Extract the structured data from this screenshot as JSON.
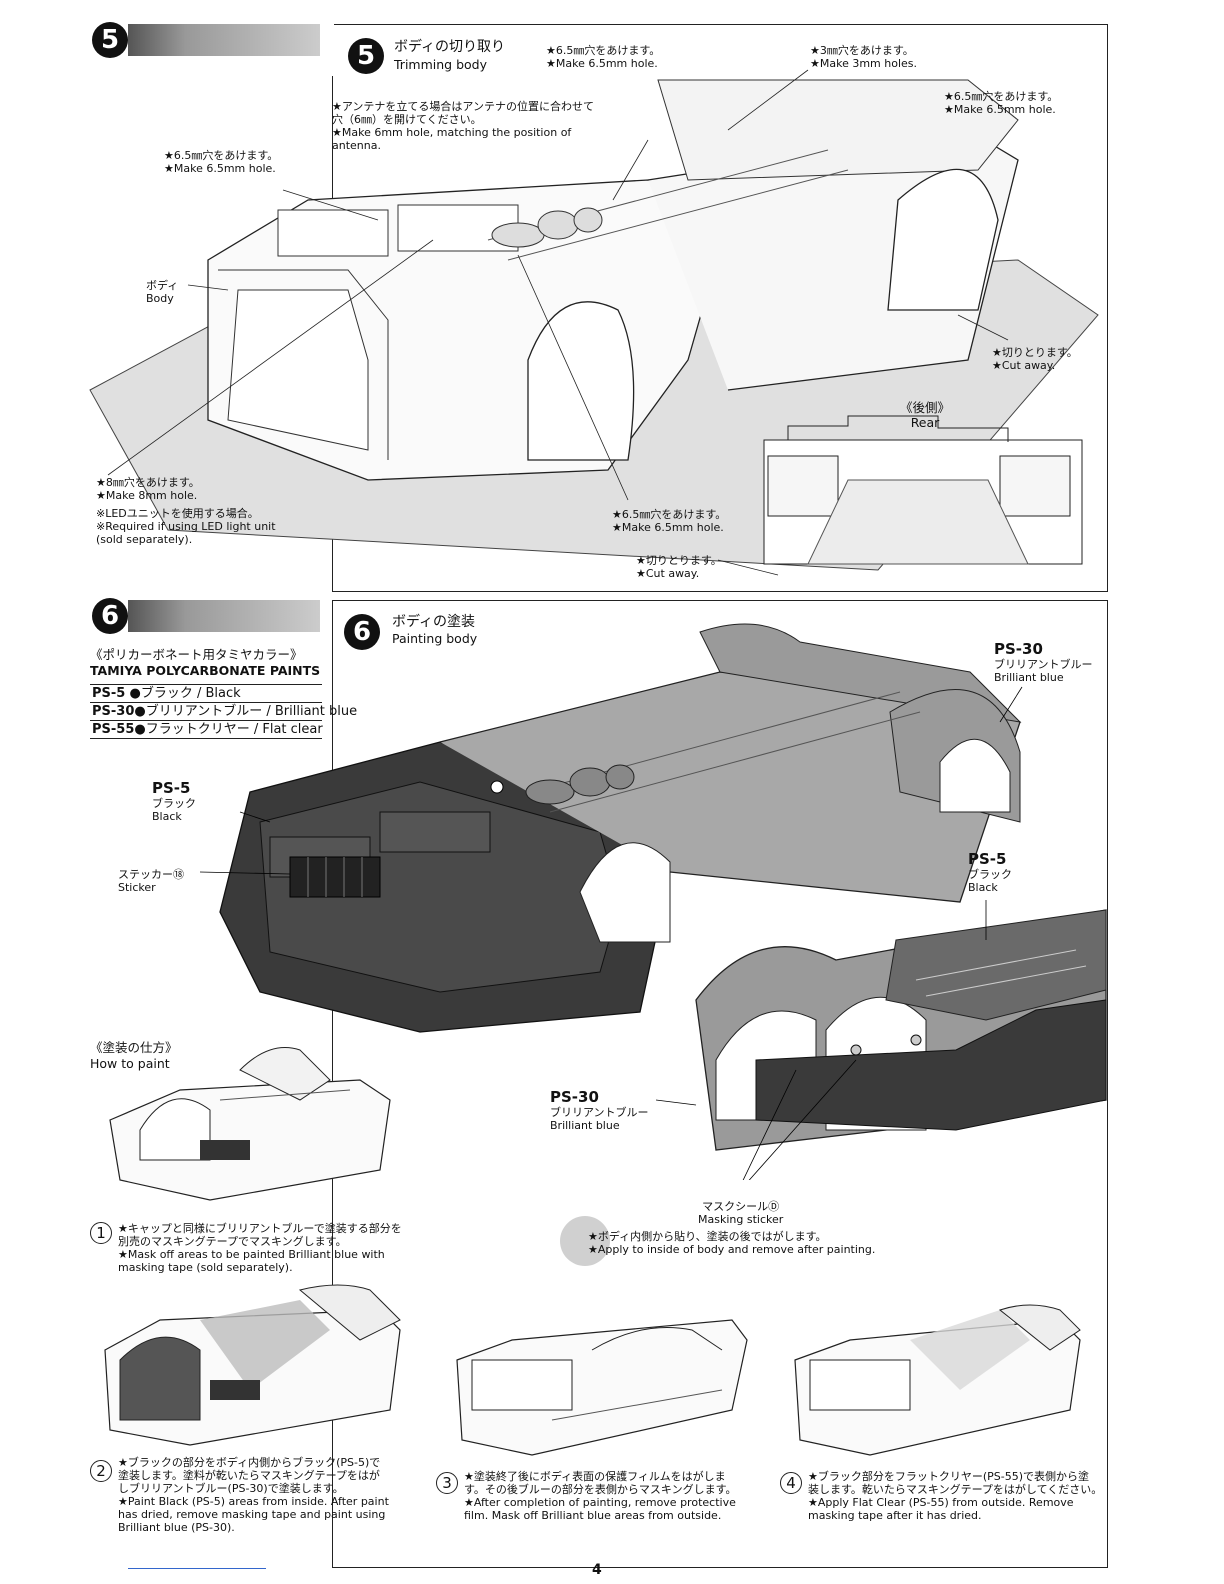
{
  "step5": {
    "number": "5",
    "title_jp": "ボディの切り取り",
    "title_en": "Trimming body",
    "notes": {
      "hole65_top_jp": "★6.5㎜穴をあけます。",
      "hole65_top_en": "★Make 6.5mm hole.",
      "hole3_jp": "★3㎜穴をあけます。",
      "hole3_en": "★Make 3mm holes.",
      "hole65_right_jp": "★6.5㎜穴をあけます。",
      "hole65_right_en": "★Make 6.5mm hole.",
      "antenna_jp_1": "★アンテナを立てる場合はアンテナの位置に合わせて",
      "antenna_jp_2": "穴（6㎜）を開けてください。",
      "antenna_en_1": "★Make 6mm hole, matching the position of",
      "antenna_en_2": "antenna.",
      "hole65_left_jp": "★6.5㎜穴をあけます。",
      "hole65_left_en": "★Make 6.5mm hole.",
      "body_jp": "ボディ",
      "body_en": "Body",
      "cut_right_jp": "★切りとります。",
      "cut_right_en": "★Cut away.",
      "rear_jp": "《後側》",
      "rear_en": "Rear",
      "hole8_jp": "★8㎜穴をあけます。",
      "hole8_en": "★Make 8mm hole.",
      "led_jp": "※LEDユニットを使用する場合。",
      "led_en_1": "※Required if using LED light unit",
      "led_en_2": "(sold separately).",
      "hole65_bottom_jp": "★6.5㎜穴をあけます。",
      "hole65_bottom_en": "★Make 6.5mm hole.",
      "cut_bottom_jp": "★切りとります。",
      "cut_bottom_en": "★Cut away."
    }
  },
  "step6": {
    "number": "6",
    "title_jp": "ボディの塗装",
    "title_en": "Painting body",
    "paints_header_jp": "《ポリカーボネート用タミヤカラー》",
    "paints_header_en": "TAMIYA POLYCARBONATE PAINTS",
    "paints": [
      {
        "code": "PS-5",
        "label": "●ブラック / Black"
      },
      {
        "code": "PS-30",
        "label": "●ブリリアントブルー / Brilliant blue"
      },
      {
        "code": "PS-55",
        "label": "●フラットクリヤー / Flat clear"
      }
    ],
    "callouts": {
      "ps30_top_code": "PS-30",
      "ps30_top_jp": "ブリリアントブルー",
      "ps30_top_en": "Brilliant blue",
      "ps5_left_code": "PS-5",
      "ps5_left_jp": "ブラック",
      "ps5_left_en": "Black",
      "sticker_jp": "ステッカー⑱",
      "sticker_en": "Sticker",
      "ps5_right_code": "PS-5",
      "ps5_right_jp": "ブラック",
      "ps5_right_en": "Black",
      "ps30_bottom_code": "PS-30",
      "ps30_bottom_jp": "ブリリアントブルー",
      "ps30_bottom_en": "Brilliant blue",
      "masking_jp": "マスクシールⒹ",
      "masking_en": "Masking sticker",
      "apply_jp": "★ボディ内側から貼り、塗装の後ではがします。",
      "apply_en": "★Apply to inside of body and remove after painting."
    },
    "how_to_jp": "《塗装の仕方》",
    "how_to_en": "How to paint",
    "instructions": [
      {
        "num": "1",
        "jp_1": "★キャップと同様にブリリアントブルーで塗装する部分を",
        "jp_2": "別売のマスキングテープでマスキングします。",
        "en_1": "★Mask off areas to be painted Brilliant blue with",
        "en_2": "masking tape (sold separately)."
      },
      {
        "num": "2",
        "jp_1": "★ブラックの部分をボディ内側からブラック(PS-5)で",
        "jp_2": "塗装します。塗料が乾いたらマスキングテープをはが",
        "jp_3": "しブリリアントブルー(PS-30)で塗装します。",
        "en_1": "★Paint Black (PS-5) areas from inside. After paint",
        "en_2": "has dried, remove masking tape and paint using",
        "en_3": "Brilliant blue (PS-30)."
      },
      {
        "num": "3",
        "jp_1": "★塗装終了後にボディ表面の保護フィルムをはがしま",
        "jp_2": "す。その後ブルーの部分を表側からマスキングします。",
        "en_1": "★After completion of painting, remove protective",
        "en_2": "film. Mask off Brilliant blue areas from outside."
      },
      {
        "num": "4",
        "jp_1": "★ブラック部分をフラットクリヤー(PS-55)で表側から塗",
        "jp_2": "装します。乾いたらマスキングテープをはがしてください。",
        "en_1": "★Apply Flat Clear (PS-55) from outside. Remove",
        "en_2": "masking tape after it has dried."
      }
    ]
  },
  "page_number": "4"
}
